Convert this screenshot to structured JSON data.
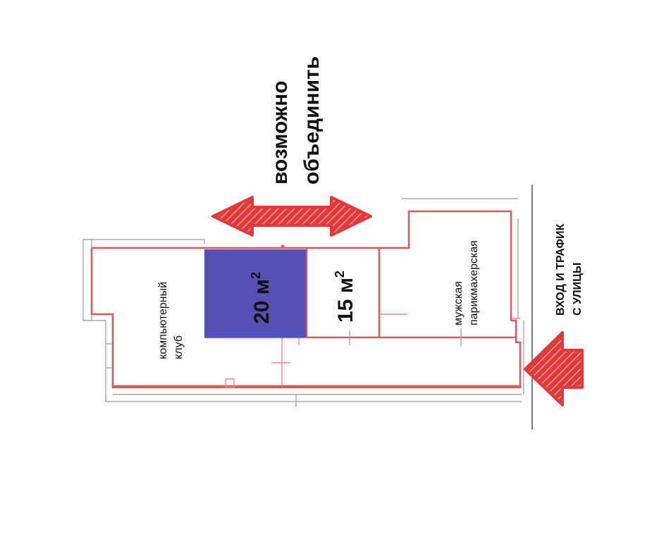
{
  "labels": {
    "merge_line1": "возможно",
    "merge_line2": "объединить",
    "room_club_line1": "компьютерный",
    "room_club_line2": "клуб",
    "room_20_num": "20 м",
    "room_20_sup": "2",
    "room_15_num": "15 м",
    "room_15_sup": "2",
    "room_barber_line1": "мужская",
    "room_barber_line2": "парикмахерская",
    "entrance_line1": "ВХОД И ТРАФИК",
    "entrance_line2": "С УЛИЦЫ"
  },
  "colors": {
    "wall": "#e0575a",
    "highlight_room": "#5650b4",
    "arrow_fill": "#e23a3a",
    "arrow_hatch": "#f4b2b2"
  }
}
